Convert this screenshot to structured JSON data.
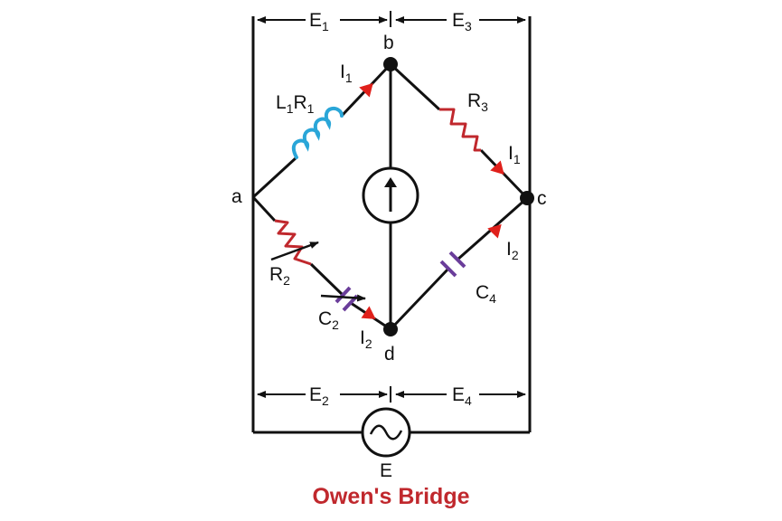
{
  "title": "Owen's Bridge",
  "nodes": {
    "a": "a",
    "b": "b",
    "c": "c",
    "d": "d"
  },
  "components": {
    "inductor": {
      "main": "L",
      "sub1": "1",
      "main2": "R",
      "sub2": "1"
    },
    "r2": {
      "main": "R",
      "sub": "2"
    },
    "r3": {
      "main": "R",
      "sub": "3"
    },
    "c2": {
      "main": "C",
      "sub": "2"
    },
    "c4": {
      "main": "C",
      "sub": "4"
    }
  },
  "currents": {
    "ab": {
      "main": "I",
      "sub": "1"
    },
    "bc": {
      "main": "I",
      "sub": "1"
    },
    "ad": {
      "main": "I",
      "sub": "2"
    },
    "dc": {
      "main": "I",
      "sub": "2"
    }
  },
  "voltages": {
    "e1": {
      "main": "E",
      "sub": "1"
    },
    "e2": {
      "main": "E",
      "sub": "2"
    },
    "e3": {
      "main": "E",
      "sub": "3"
    },
    "e4": {
      "main": "E",
      "sub": "4"
    }
  },
  "source": {
    "label": "E"
  },
  "colors": {
    "title": "#c0282d",
    "inductor": "#2aa6d8",
    "resistor": "#c0282d",
    "capacitor": "#6a3d9a",
    "arrow": "#e0201b",
    "wire": "#111111"
  }
}
